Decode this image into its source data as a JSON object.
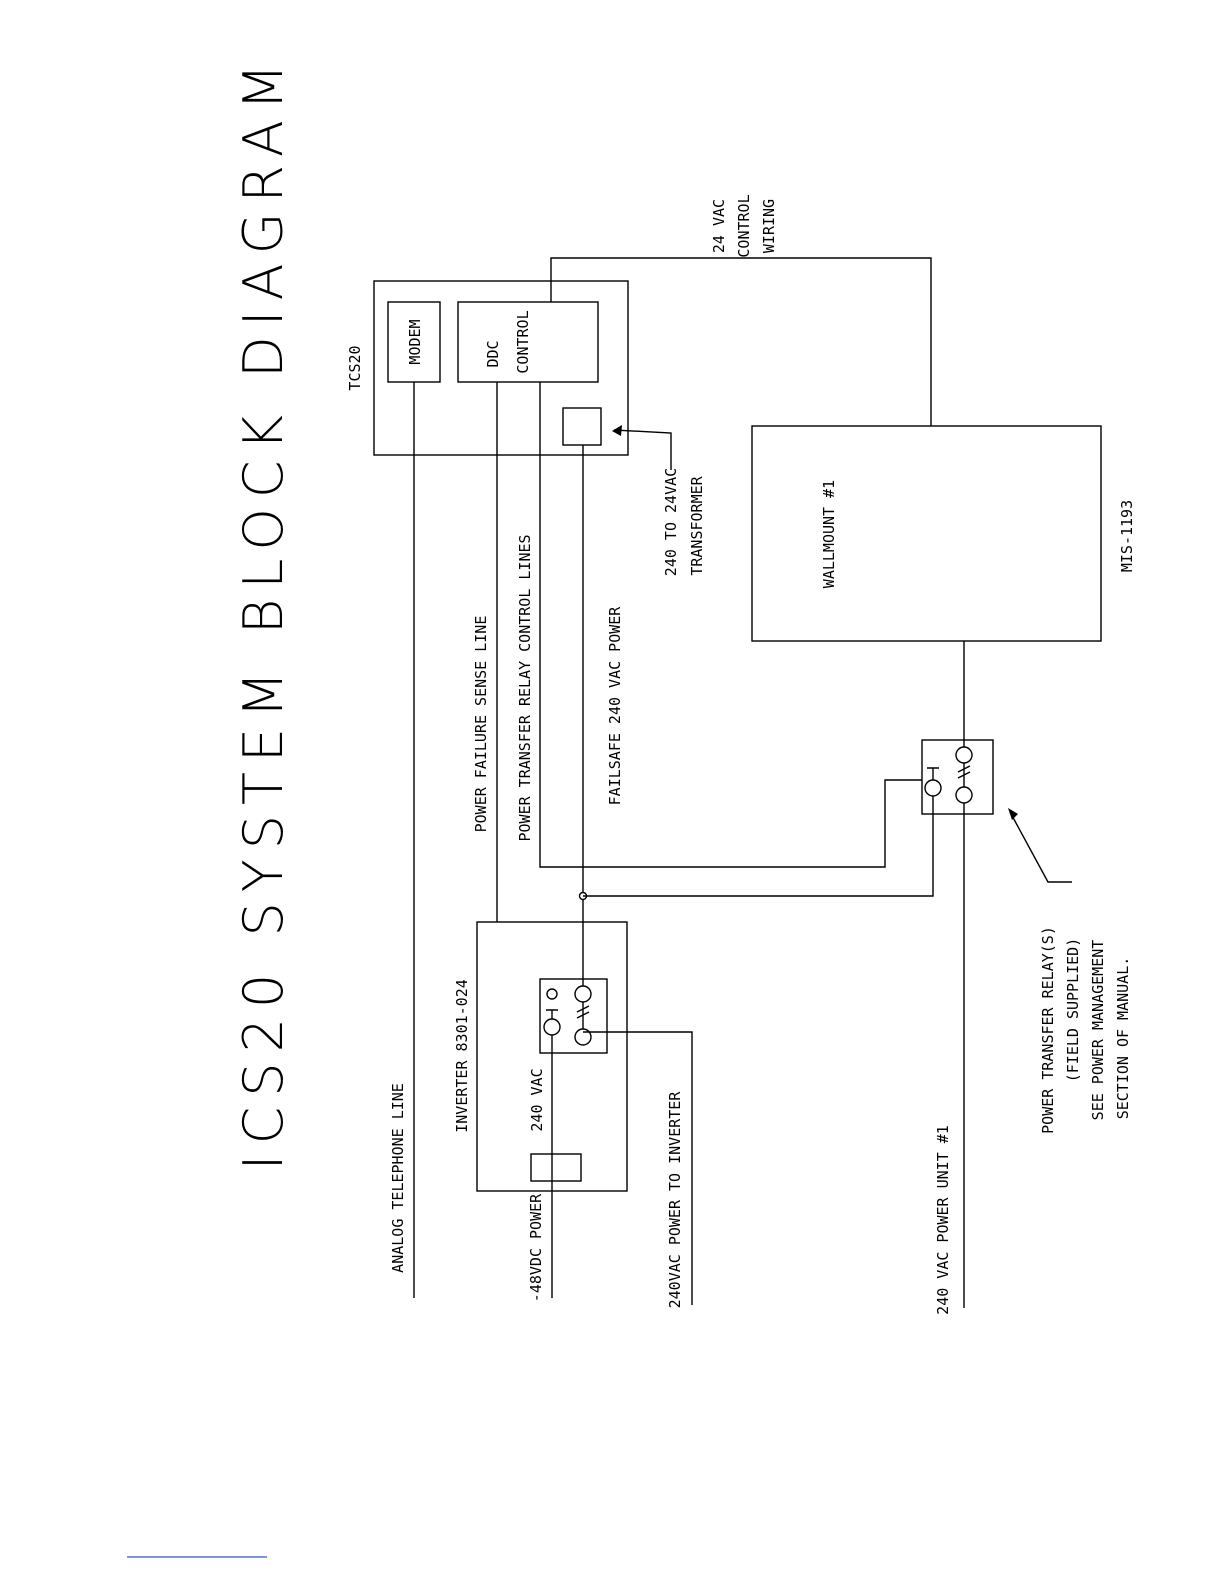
{
  "title": "ICS20 SYSTEM BLOCK DIAGRAM",
  "blocks": {
    "tcs20": "TCS20",
    "modem": "MODEM",
    "ddc_line1": "DDC",
    "ddc_line2": "CONTROL",
    "inverter": "INVERTER 8301-024",
    "inverter_voltage": "240 VAC",
    "wallmount": "WALLMOUNT #1"
  },
  "lines": {
    "analog_telephone": "ANALOG TELEPHONE LINE",
    "dc_power": "-48VDC POWER",
    "ac_to_inverter": "240VAC POWER TO INVERTER",
    "ac_power_unit": "240 VAC POWER UNIT #1",
    "power_failure_sense": "POWER FAILURE SENSE LINE",
    "relay_control": "POWER TRANSFER RELAY CONTROL LINES",
    "failsafe": "FAILSAFE 240 VAC POWER",
    "control_wiring": [
      "24 VAC",
      "CONTROL",
      "WIRING"
    ]
  },
  "callouts": {
    "transformer": [
      "240 TO 24VAC",
      "TRANSFORMER"
    ],
    "relay_note": [
      "POWER TRANSFER RELAY(S)",
      "(FIELD SUPPLIED)",
      "SEE POWER MANAGEMENT",
      "SECTION OF MANUAL."
    ],
    "drawing_number": "MIS-1193"
  }
}
